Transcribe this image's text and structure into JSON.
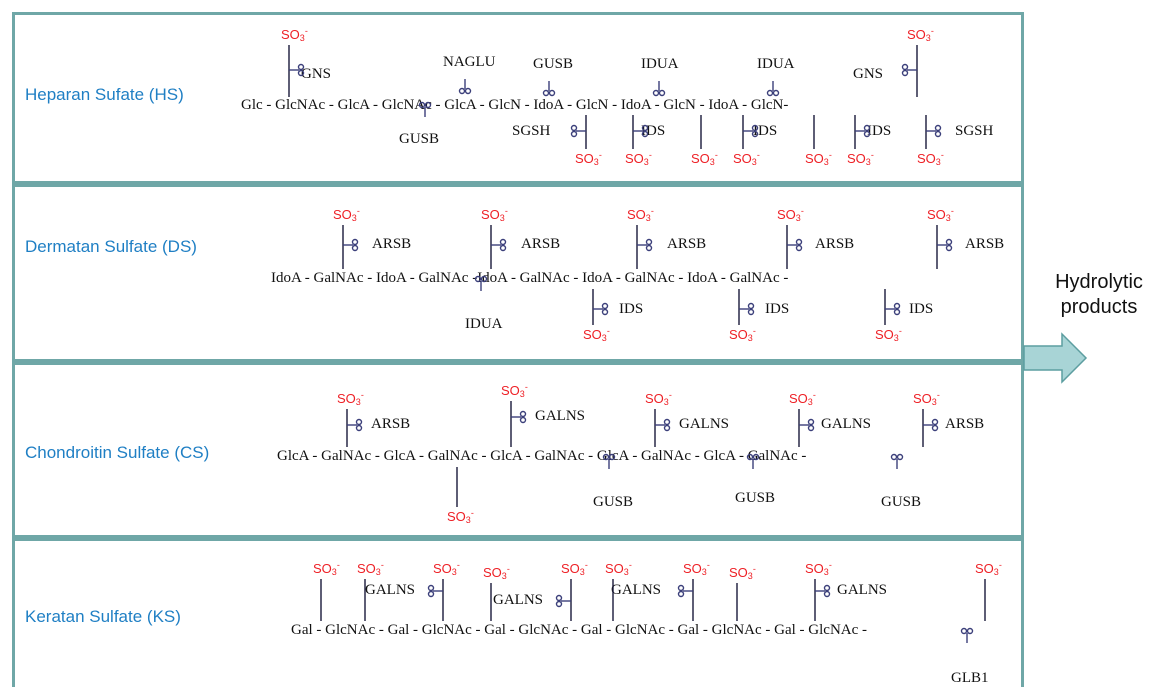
{
  "panels": [
    {
      "label": "Heparan Sufate (HS)",
      "chain": "Glc - GlcNAc - GlcA - GlcNAc - GlcA - GlcN - IdoA - GlcN - IdoA - GlcN - IdoA - GlcN-",
      "enzymes": [
        "GNS",
        "NAGLU",
        "GUSB",
        "IDUA",
        "IDUA",
        "GNS",
        "GUSB",
        "SGSH",
        "IDS",
        "IDS",
        "IDS",
        "SGSH"
      ]
    },
    {
      "label": "Dermatan Sulfate (DS)",
      "chain": "IdoA - GalNAc - IdoA - GalNAc -IdoA - GalNAc - IdoA - GalNAc - IdoA - GalNAc -",
      "enzymes": [
        "ARSB",
        "ARSB",
        "ARSB",
        "ARSB",
        "ARSB",
        "IDUA",
        "IDS",
        "IDS",
        "IDS"
      ]
    },
    {
      "label": "Chondroitin Sulfate (CS)",
      "chain": "GlcA - GalNAc - GlcA - GalNAc - GlcA - GalNAc - GlcA - GalNAc - GlcA - GalNAc -",
      "enzymes": [
        "ARSB",
        "GALNS",
        "GALNS",
        "GALNS",
        "ARSB",
        "GUSB",
        "GUSB",
        "GUSB"
      ]
    },
    {
      "label": "Keratan Sulfate (KS)",
      "chain": "Gal - GlcNAc - Gal - GlcNAc - Gal - GlcNAc - Gal - GlcNAc - Gal - GlcNAc - Gal - GlcNAc -",
      "enzymes": [
        "GALNS",
        "GALNS",
        "GALNS",
        "GALNS",
        "GLB1"
      ]
    }
  ],
  "sulfate": {
    "base": "SO",
    "sub": "3",
    "sup": "-"
  },
  "arrow": {
    "label_line1": "Hydrolytic",
    "label_line2": "products"
  },
  "colors": {
    "panel_border": "#6fa7a7",
    "label": "#1f7fc4",
    "sulfate": "#ee1f25",
    "arrow_fill": "#a8d4d6",
    "arrow_stroke": "#5c9ea0",
    "bond": "#1a1a3a",
    "scissors": "#3b3f7a"
  }
}
